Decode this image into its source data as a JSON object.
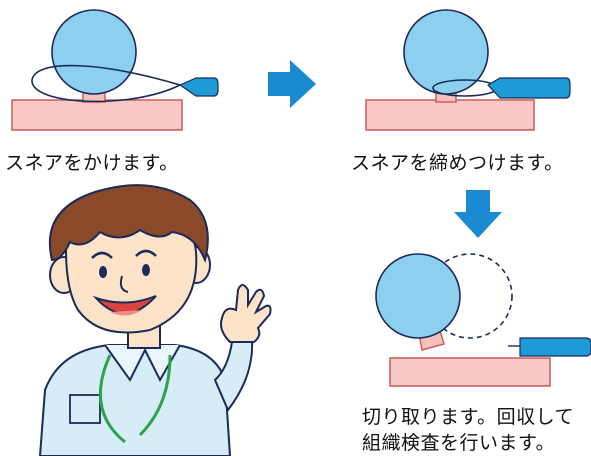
{
  "steps": [
    {
      "caption": "スネアをかけます。"
    },
    {
      "caption": "スネアを締めつけます。"
    },
    {
      "caption_line1": "切り取ります。回収して",
      "caption_line2": "組織検査を行います。"
    }
  ],
  "colors": {
    "polyp": "#8ccfee",
    "tissue": "#f7c8c4",
    "snare": "#1e9ad6",
    "arrow": "#1a8bd1",
    "stalk": "#f6c0bd",
    "outline": "#1a2b5a"
  },
  "icons": [
    "arrow-right-icon",
    "arrow-down-icon",
    "doctor-illustration"
  ]
}
